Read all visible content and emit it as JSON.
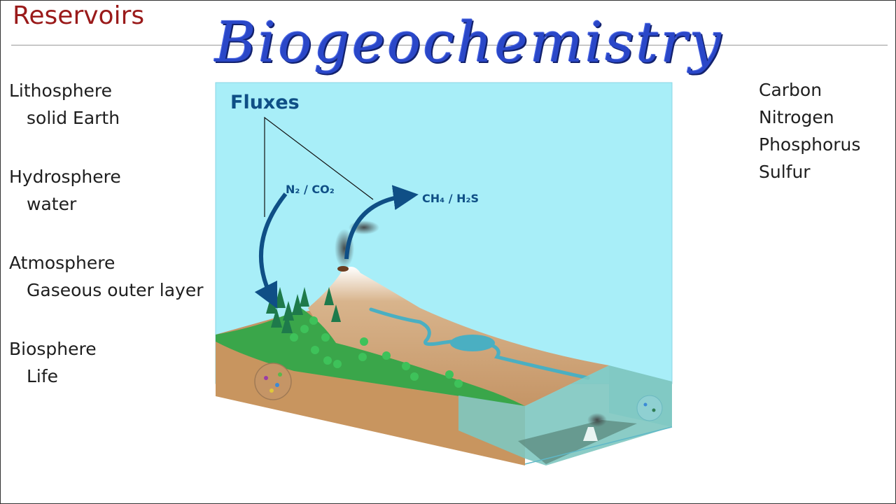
{
  "header": {
    "section_title": "Reservoirs",
    "main_title": "Biogeochemistry"
  },
  "reservoirs": [
    {
      "name": "Lithosphere",
      "description": "solid Earth"
    },
    {
      "name": "Hydrosphere",
      "description": "water"
    },
    {
      "name": "Atmosphere",
      "description": "Gaseous outer layer"
    },
    {
      "name": "Biosphere",
      "description": "Life"
    }
  ],
  "elements": [
    "Carbon",
    "Nitrogen",
    "Phosphorus",
    "Sulfur"
  ],
  "diagram": {
    "fluxes_label": "Fluxes",
    "in_flux_label": "N₂ / CO₂",
    "out_flux_label": "CH₄ / H₂S"
  },
  "colors": {
    "heading": "#9a1a1a",
    "title": "#2a47c8",
    "sky": "#a8eef8",
    "flux": "#0f4f86",
    "soil": "#c8955f",
    "grass": "#3aa64a",
    "ocean": "#7ec6c0"
  }
}
